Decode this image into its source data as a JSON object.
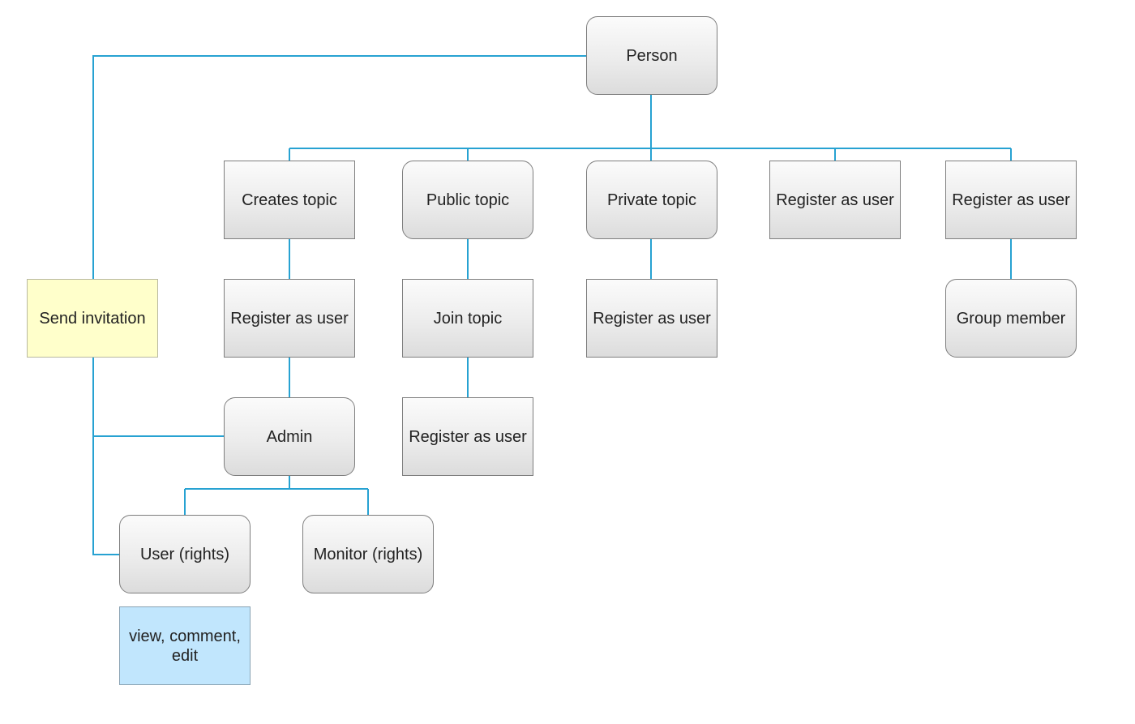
{
  "nodes": {
    "person": "Person",
    "creates_topic": "Creates topic",
    "public_topic": "Public topic",
    "private_topic": "Private topic",
    "register_as_user_4": "Register as user",
    "register_as_user_5": "Register as user",
    "send_invitation": "Send invitation",
    "register_as_user_creates": "Register as user",
    "join_topic": "Join topic",
    "register_as_user_private": "Register as user",
    "group_member": "Group member",
    "admin": "Admin",
    "register_as_user_public": "Register as user",
    "user_rights": "User (rights)",
    "monitor_rights": "Monitor (rights)",
    "user_rights_note": "view, comment, edit"
  },
  "colors": {
    "connector": "#27a2d2",
    "node_border": "#7e7e7e",
    "note_yellow": "#ffffcb",
    "note_blue": "#c1e6fd"
  }
}
